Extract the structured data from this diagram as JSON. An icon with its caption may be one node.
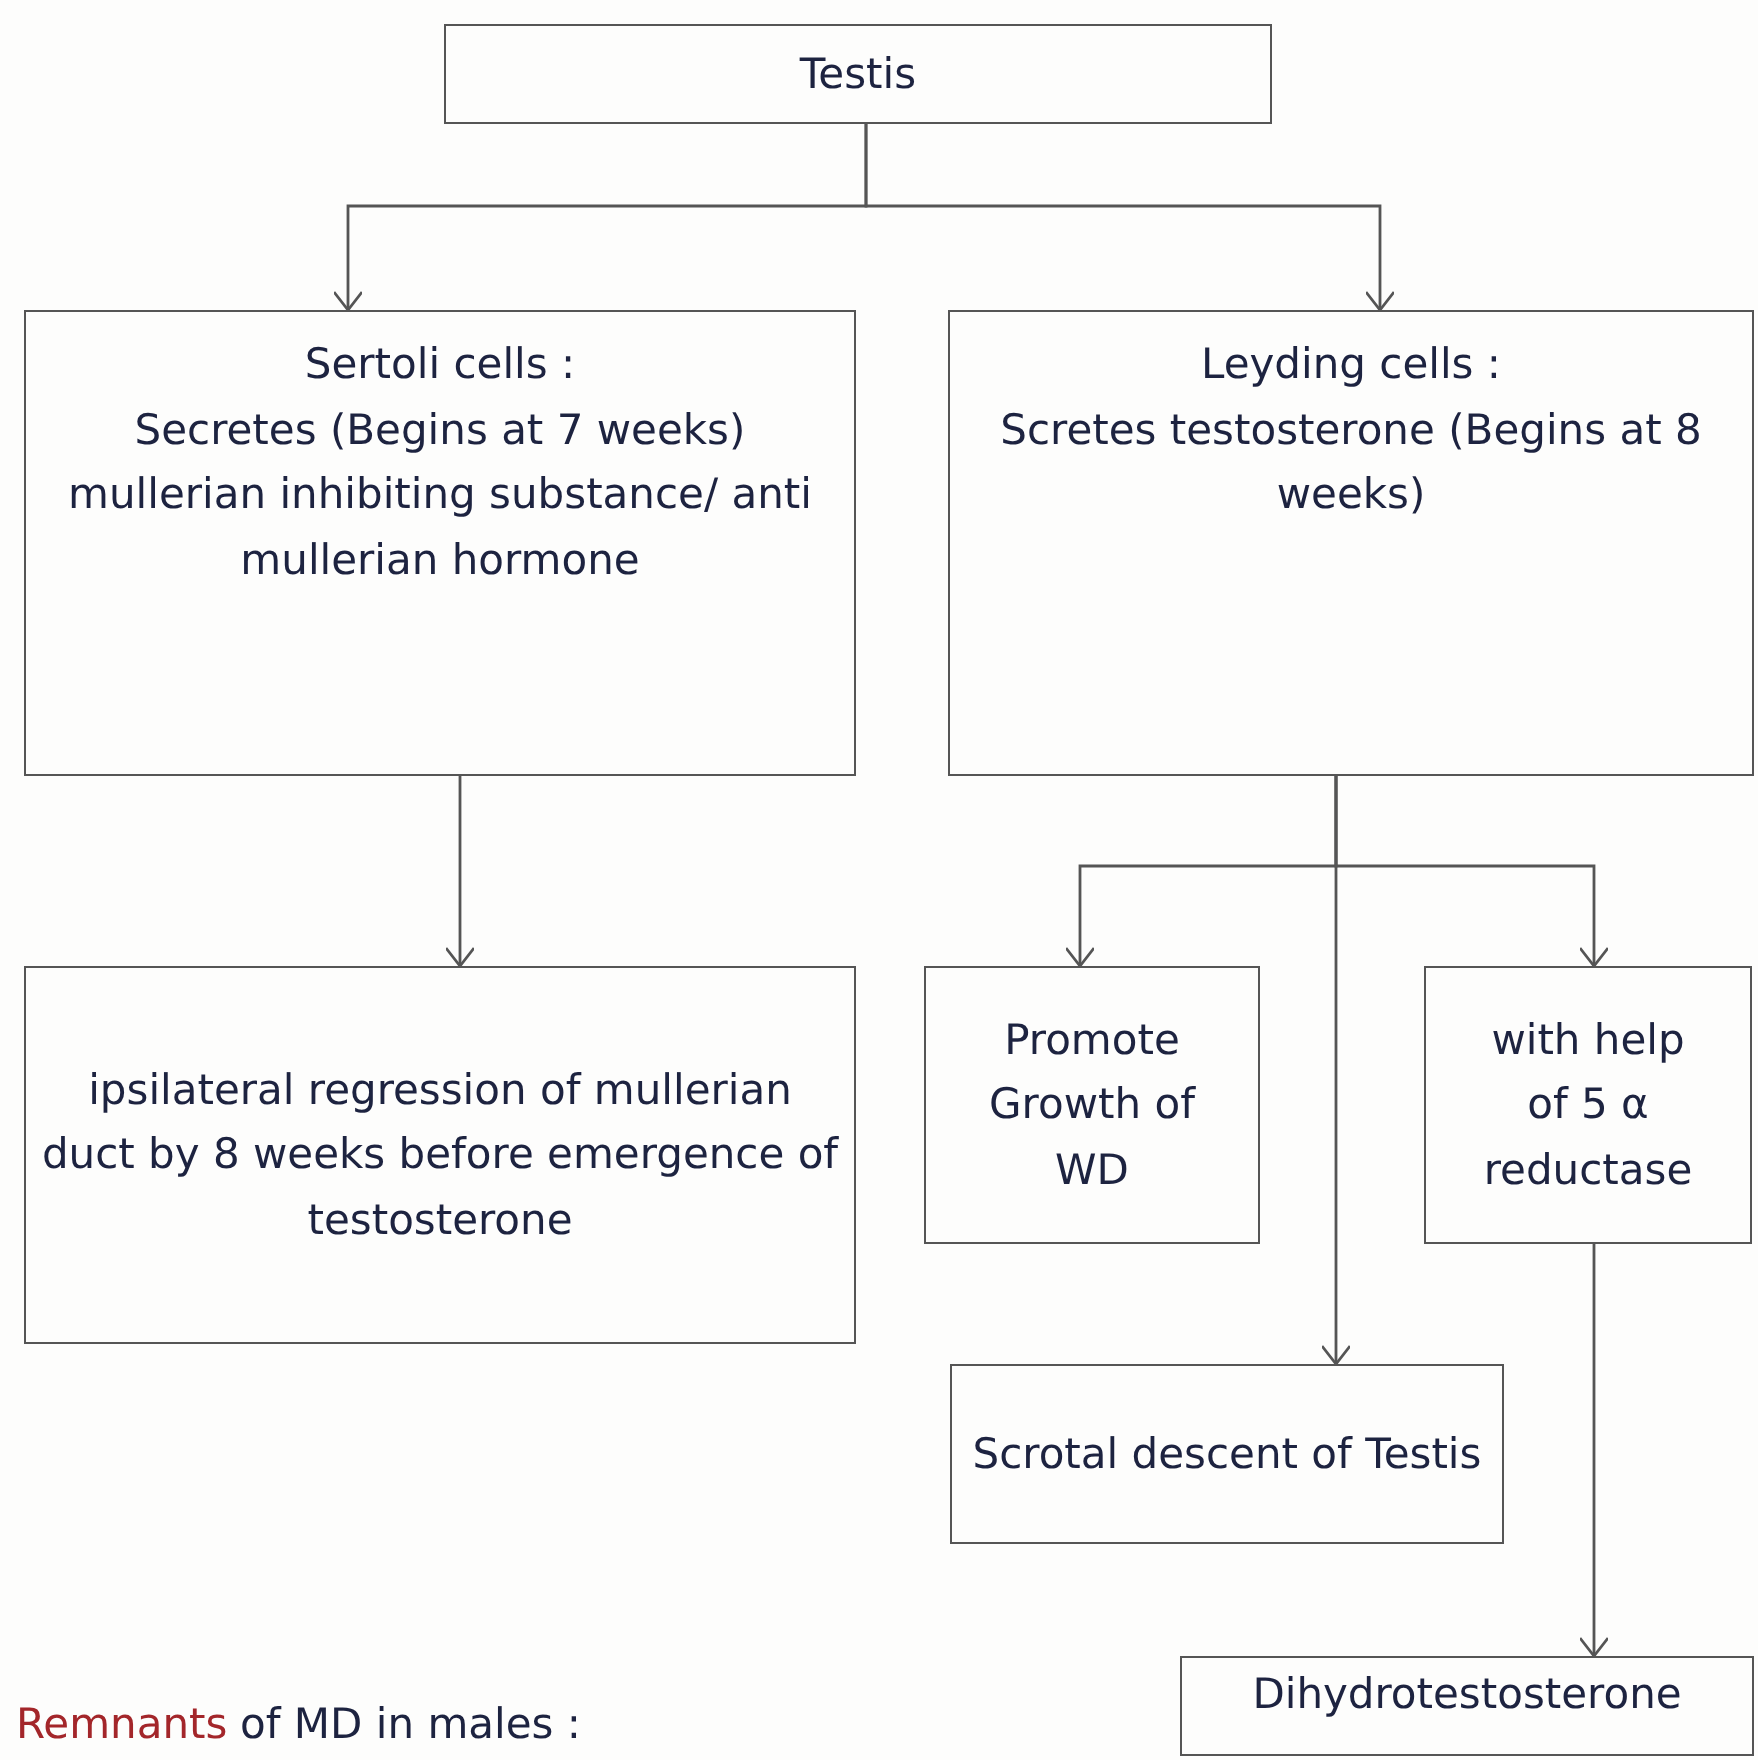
{
  "diagram": {
    "nodes": [
      {
        "text": [
          "Testis"
        ]
      },
      {
        "text": [
          "Sertoli cells :",
          "Secretes (Begins at 7 weeks) mullerian inhibiting substance/ anti mullerian hormone"
        ]
      },
      {
        "text": [
          "Leyding cells :",
          "Scretes testosterone (Begins at 8 weeks)"
        ]
      },
      {
        "text": [
          "ipsilateral regression of mullerian duct by 8 weeks before emergence of testosterone"
        ]
      },
      {
        "text": [
          "Promote Growth of WD"
        ]
      },
      {
        "text": [
          "with help of 5 α reductase"
        ]
      },
      {
        "text": [
          "Scrotal descent of Testis"
        ]
      },
      {
        "text": [
          "Dihydrotestosterone"
        ]
      }
    ],
    "edges": [
      {
        "from": 0,
        "to": 1,
        "arrow": "to"
      },
      {
        "from": 0,
        "to": 2,
        "arrow": "to"
      },
      {
        "from": 1,
        "to": 3,
        "arrow": "to"
      },
      {
        "from": 2,
        "to": 4,
        "arrow": "to"
      },
      {
        "from": 2,
        "to": 5,
        "arrow": "to"
      },
      {
        "from": 2,
        "to": 6,
        "arrow": "to"
      },
      {
        "from": 5,
        "to": 7,
        "arrow": "to"
      }
    ],
    "labels": [
      "Remnants",
      "of MD in males :"
    ]
  }
}
